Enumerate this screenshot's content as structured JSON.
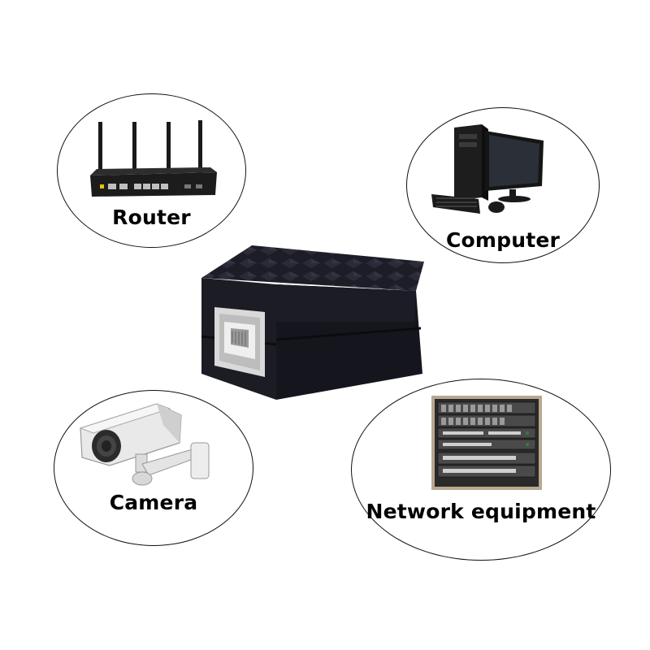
{
  "items": {
    "router": {
      "label": "Router",
      "icon": "router-icon"
    },
    "computer": {
      "label": "Computer",
      "icon": "desktop-computer-icon"
    },
    "camera": {
      "label": "Camera",
      "icon": "security-camera-icon"
    },
    "network": {
      "label": "Network equipment",
      "icon": "server-rack-icon"
    }
  },
  "center_product": {
    "icon": "rj45-coupler-icon"
  },
  "colors": {
    "background": "#ffffff",
    "outline": "#111111",
    "device_black": "#17171c",
    "port_silver": "#d8d8d8"
  }
}
